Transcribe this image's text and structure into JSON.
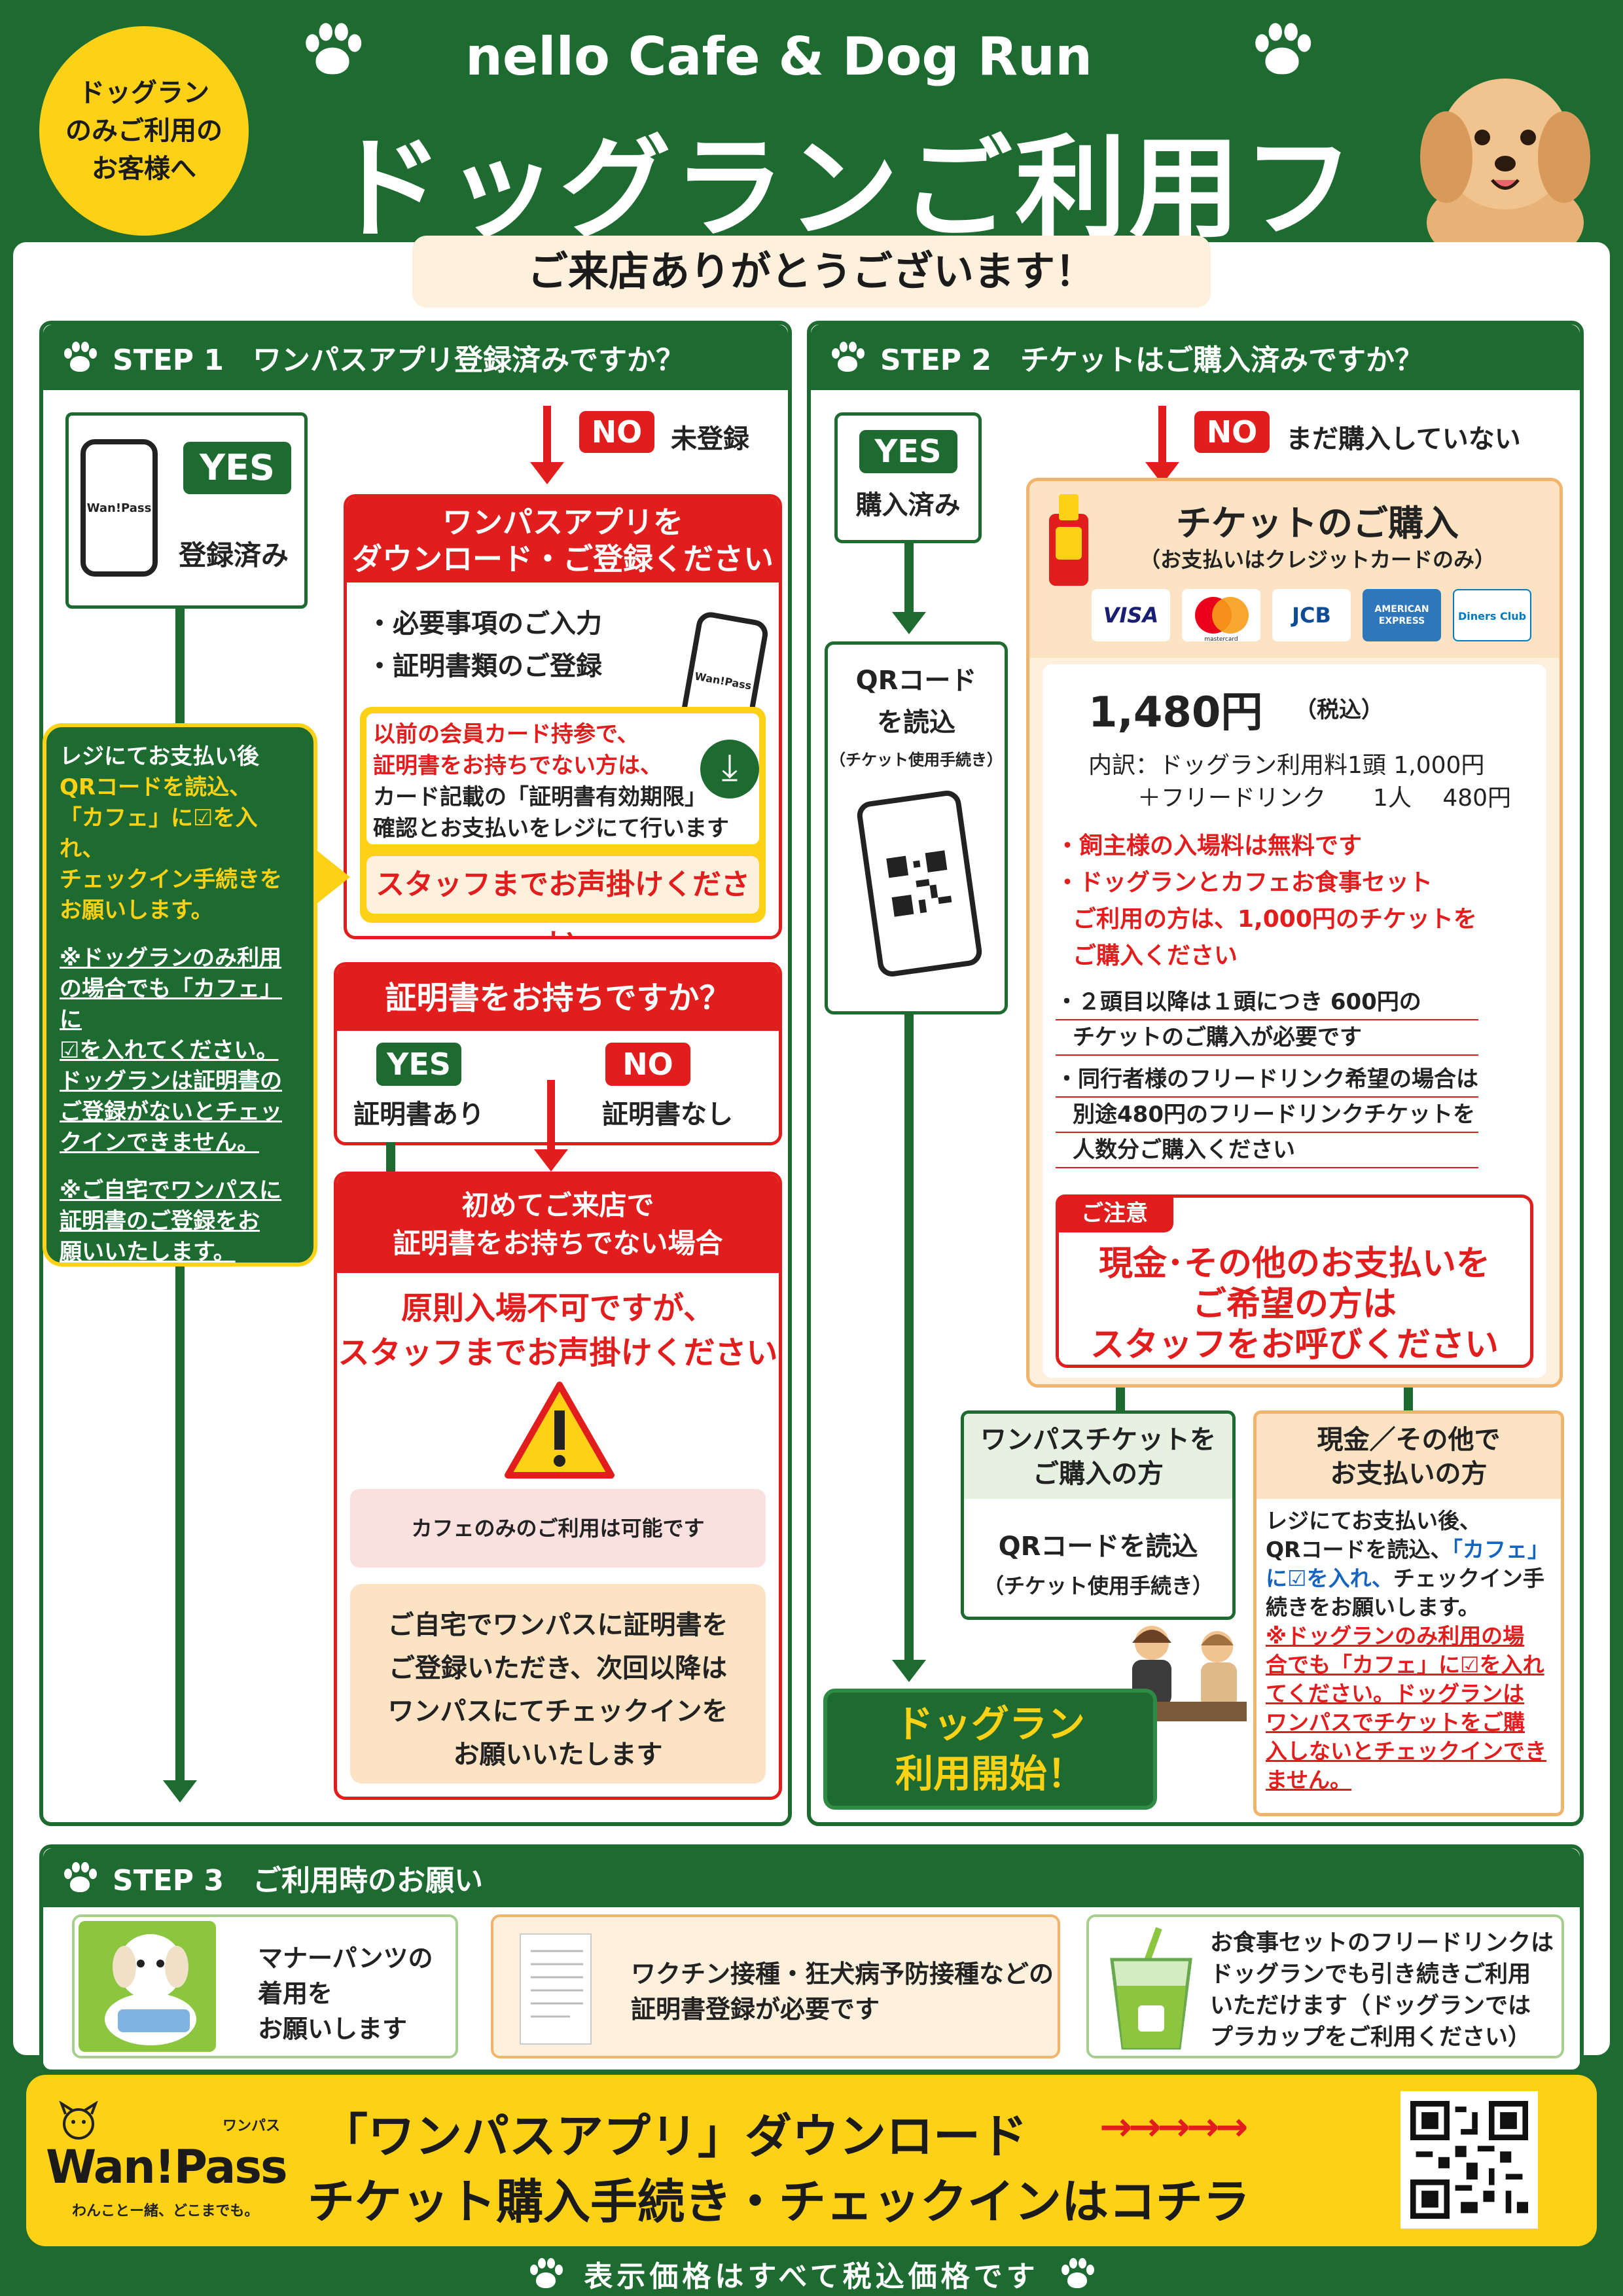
{
  "header": {
    "badge_line1": "ドッグラン",
    "badge_line2": "のみご利用の",
    "badge_line3": "お客様へ",
    "brand": "nello Cafe & Dog Run",
    "title": "ドッグランご利用フロー",
    "welcome": "ご来店ありがとうございます！"
  },
  "step1": {
    "heading": "STEP 1　ワンパスアプリ登録済みですか？",
    "yes_label": "YES",
    "yes_status": "登録済み",
    "phone_logo": "Wan!Pass",
    "no_label": "NO",
    "no_status": "未登録",
    "download_title_1": "ワンパスアプリを",
    "download_title_2": "ダウンロード・ご登録ください",
    "bullet1": "・必要事項のご入力",
    "bullet2": "・証明書類のご登録",
    "notice_red_1": "以前の会員カード持参で、",
    "notice_red_2": "証明書をお持ちでない方は、",
    "notice_black_1": "カード記載の「証明書有効期限」",
    "notice_black_2": "確認とお支払いをレジにて行います",
    "notice_call": "スタッフまでお声掛けください",
    "callout_1": "レジにてお支払い後",
    "callout_2": "QRコードを読込、",
    "callout_3": "「カフェ」に☑を入れ、",
    "callout_4": "チェックイン手続きを",
    "callout_5": "お願いします。",
    "callout_6": "※ドッグランのみ利用",
    "callout_7": "の場合でも「カフェ」に",
    "callout_8": "☑を入れてください。",
    "callout_9": "ドッグランは証明書の",
    "callout_10": "ご登録がないとチェッ",
    "callout_11": "クインできません。",
    "callout_12": "※ご自宅でワンパスに",
    "callout_13": "証明書のご登録をお",
    "callout_14": "願いいたします。",
    "cert_question": "証明書をお持ちですか？",
    "cert_yes": "YES",
    "cert_yes_sub": "証明書あり",
    "cert_no": "NO",
    "cert_no_sub": "証明書なし",
    "first_visit_1": "初めてご来店で",
    "first_visit_2": "証明書をお持ちでない場合",
    "deny_1": "原則入場不可ですが、",
    "deny_2": "スタッフまでお声掛けください",
    "cafe_only": "カフェのみのご利用は可能です",
    "home_1": "ご自宅でワンパスに証明書を",
    "home_2": "ご登録いただき、次回以降は",
    "home_3": "ワンパスにてチェックインを",
    "home_4": "お願いいたします"
  },
  "step2": {
    "heading": "STEP 2　チケットはご購入済みですか？",
    "yes_label": "YES",
    "yes_status": "購入済み",
    "no_label": "NO",
    "no_status": "まだ購入していない",
    "qr_1": "QRコード",
    "qr_2": "を読込",
    "qr_3": "（チケット使用手続き）",
    "purchase_title": "チケットのご購入",
    "purchase_sub": "（お支払いはクレジットカードのみ）",
    "cards": [
      "VISA",
      "mastercard",
      "JCB",
      "AMERICAN EXPRESS",
      "Diners Club"
    ],
    "price": "1,480円",
    "price_tax": "（税込）",
    "breakdown_1": "内訳：ドッグラン利用料1頭 1,000円",
    "breakdown_2": "＋フリードリンク　　1人　 480円",
    "note_red_1": "・飼主様の入場料は無料です",
    "note_red_2": "・ドッグランとカフェお食事セット",
    "note_red_3": "ご利用の方は、1,000円のチケットを",
    "note_red_4": "ご購入ください",
    "note_1": "・２頭目以降は１頭につき 600円の",
    "note_2": "チケットのご購入が必要です",
    "note_3": "・同行者様のフリードリンク希望の場合は",
    "note_4": "別途480円のフリードリンクチケットを",
    "note_5": "人数分ご購入ください",
    "caution_label": "ご注意",
    "caution_1": "現金･その他のお支払いを",
    "caution_2": "ご希望の方は",
    "caution_3": "スタッフをお呼びください",
    "ticket_buyer_1": "ワンパスチケットを",
    "ticket_buyer_2": "ご購入の方",
    "ticket_qr_1": "QRコードを読込",
    "ticket_qr_2": "（チケット使用手続き）",
    "cash_1": "現金／その他で",
    "cash_2": "お支払いの方",
    "cash_body_1": "レジにてお支払い後、",
    "cash_body_2": "QRコードを読込、",
    "cash_body_2b": "「カフェ」",
    "cash_body_3": "に☑を入れ、",
    "cash_body_3b": "チェックイン手",
    "cash_body_4": "続きをお願いします。",
    "cash_red_1": "※ドッグランのみ利用の場",
    "cash_red_2": "合でも「カフェ」に☑を入れ",
    "cash_red_3": "てください。ドッグランは",
    "cash_red_4": "ワンパスでチケットをご購",
    "cash_red_5": "入しないとチェックインでき",
    "cash_red_6": "ません。",
    "start_1": "ドッグラン",
    "start_2": "利用開始！"
  },
  "step3": {
    "heading": "STEP 3　ご利用時のお願い",
    "item1_1": "マナーパンツの",
    "item1_2": "着用を",
    "item1_3": "お願いします",
    "item2_1": "ワクチン接種・狂犬病予防接種などの",
    "item2_2": "証明書登録が必要です",
    "item3_1": "お食事セットのフリードリンクは",
    "item3_2": "ドッグランでも引き続きご利用",
    "item3_3": "いただけます（ドッグランでは",
    "item3_4": "プラカップをご利用ください）"
  },
  "banner": {
    "logo": "Wan!Pass",
    "logo_kana": "ワンパス",
    "logo_tagline": "わんことー緒、どこまでも。",
    "line1": "「ワンパスアプリ」ダウンロード",
    "line2": "チケット購入手続き・チェックインはコチラ",
    "arrows": "→→→→→"
  },
  "footer": {
    "note": "表示価格はすべて税込価格です"
  },
  "colors": {
    "green": "#1d6b31",
    "red": "#e11d1d",
    "yellow": "#fcd116",
    "cream": "#fdf1dd",
    "peach": "#fbe3c4"
  }
}
